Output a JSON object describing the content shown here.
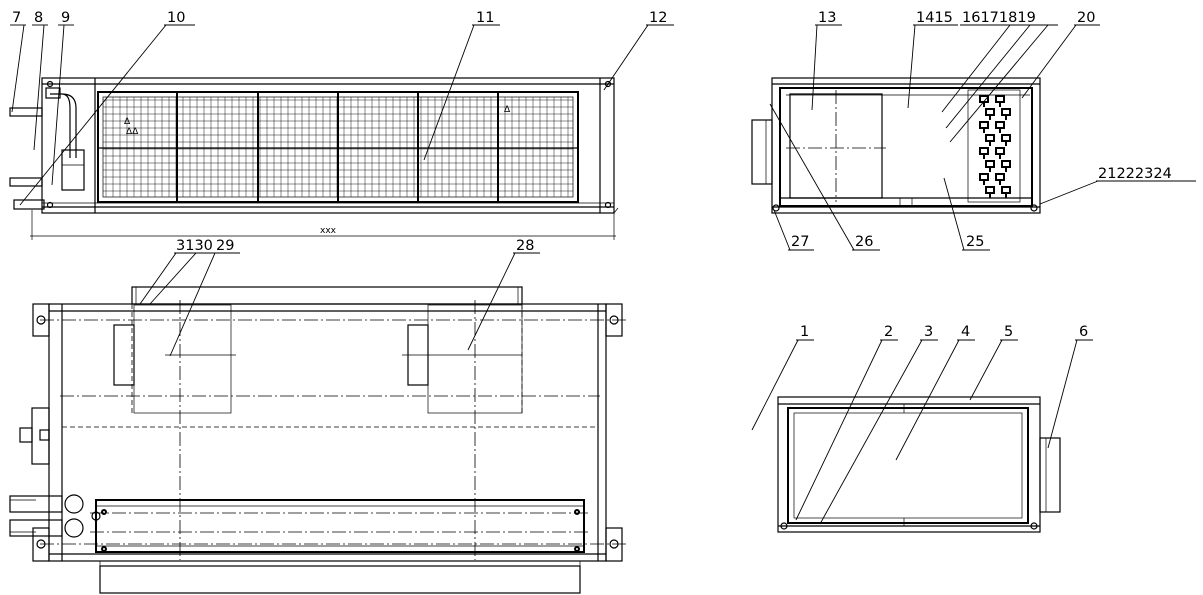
{
  "labels": {
    "n1": "1",
    "n2": "2",
    "n3": "3",
    "n4": "4",
    "n5": "5",
    "n6": "6",
    "n7": "7",
    "n8": "8",
    "n9": "9",
    "n10": "10",
    "n11": "11",
    "n12": "12",
    "n13": "13",
    "n1415": "1415",
    "n16171819": "16171819",
    "n20": "20",
    "n21222324": "21222324",
    "n25": "25",
    "n26": "26",
    "n27": "27",
    "n28": "28",
    "n3130": "3130",
    "n29": "29"
  }
}
